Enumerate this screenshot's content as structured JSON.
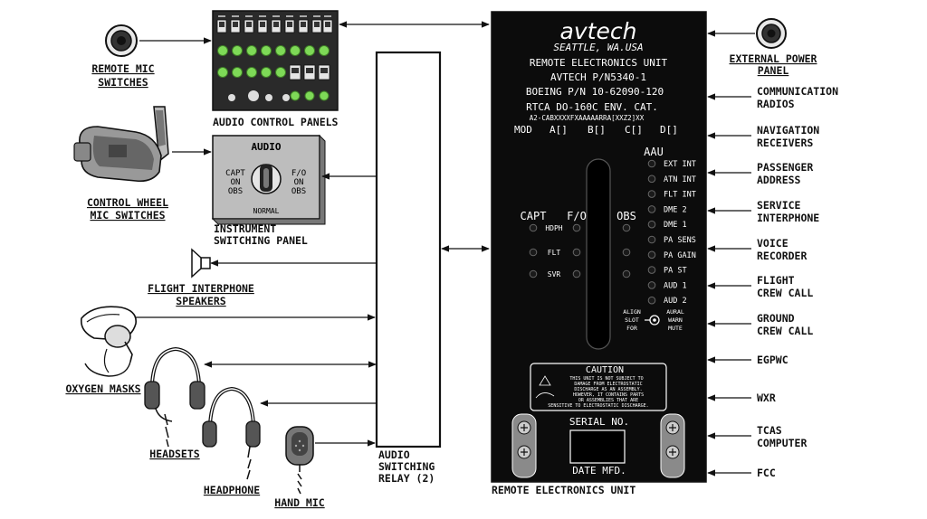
{
  "left_devices": {
    "remote_mic": [
      "REMOTE MIC",
      "SWITCHES"
    ],
    "control_wheel": [
      "CONTROL WHEEL",
      "MIC SWITCHES"
    ],
    "audio_control_panels": "AUDIO CONTROL PANELS",
    "isp": {
      "title": "AUDIO",
      "capt": [
        "CAPT",
        "ON",
        "OBS"
      ],
      "fo": [
        "F/O",
        "ON",
        "OBS"
      ],
      "normal": "NORMAL",
      "label": [
        "INSTRUMENT",
        "SWITCHING PANEL"
      ]
    },
    "speakers": [
      "FLIGHT INTERPHONE",
      "SPEAKERS"
    ],
    "oxygen_masks": "OXYGEN MASKS",
    "headsets": "HEADSETS",
    "headphone": "HEADPHONE",
    "hand_mic": "HAND MIC",
    "relay": [
      "AUDIO",
      "SWITCHING",
      "RELAY (2)"
    ]
  },
  "reu": {
    "brand": "avtech",
    "city": "SEATTLE, WA.USA",
    "name": "REMOTE ELECTRONICS UNIT",
    "pn": "AVTECH P/N5340-1",
    "boeing": "BOEING P/N 10-62090-120",
    "rtca": "RTCA DO-160C  ENV. CAT.",
    "cat_code": "A2-CABXXXXFXAAAAARRA[XXZ2]XX",
    "mod": [
      "MOD",
      "A[]",
      "B[]",
      "C[]",
      "D[]"
    ],
    "aau": "AAU",
    "col_headers": [
      "CAPT",
      "F/O",
      "OBS"
    ],
    "row_labels": [
      "HDPH",
      "FLT",
      "SVR"
    ],
    "aau_leds": [
      "EXT INT",
      "ATN INT",
      "FLT INT",
      "DME 2",
      "DME 1",
      "PA SENS",
      "PA GAIN",
      "PA ST",
      "AUD 1",
      "AUD 2"
    ],
    "align": [
      "ALIGN",
      "SLOT",
      "FOR"
    ],
    "aural": [
      "AURAL",
      "WARN",
      "MUTE"
    ],
    "caution_title": "CAUTION",
    "caution_text": [
      "THIS UNIT IS NOT SUBJECT TO",
      "DAMAGE FROM ELECTROSTATIC",
      "DISCHARGE AS AN ASSEMBLY.",
      "HOWEVER, IT CONTAINS PARTS",
      "OR ASSEMBLIES THAT ARE",
      "SENSITIVE TO ELECTROSTATIC DISCHARGE."
    ],
    "serial": "SERIAL NO.",
    "date": "DATE MFD.",
    "caption": "REMOTE ELECTRONICS UNIT"
  },
  "right_systems": {
    "external_power": [
      "EXTERNAL POWER",
      "PANEL"
    ],
    "items": [
      [
        "COMMUNICATION",
        "RADIOS"
      ],
      [
        "NAVIGATION",
        "RECEIVERS"
      ],
      [
        "PASSENGER",
        "ADDRESS"
      ],
      [
        "SERVICE",
        "INTERPHONE"
      ],
      [
        "VOICE",
        "RECORDER"
      ],
      [
        "FLIGHT",
        "CREW CALL"
      ],
      [
        "GROUND",
        "CREW CALL"
      ],
      [
        "EGPWC"
      ],
      [
        "WXR"
      ],
      [
        "TCAS",
        "COMPUTER"
      ],
      [
        "FCC"
      ]
    ]
  }
}
